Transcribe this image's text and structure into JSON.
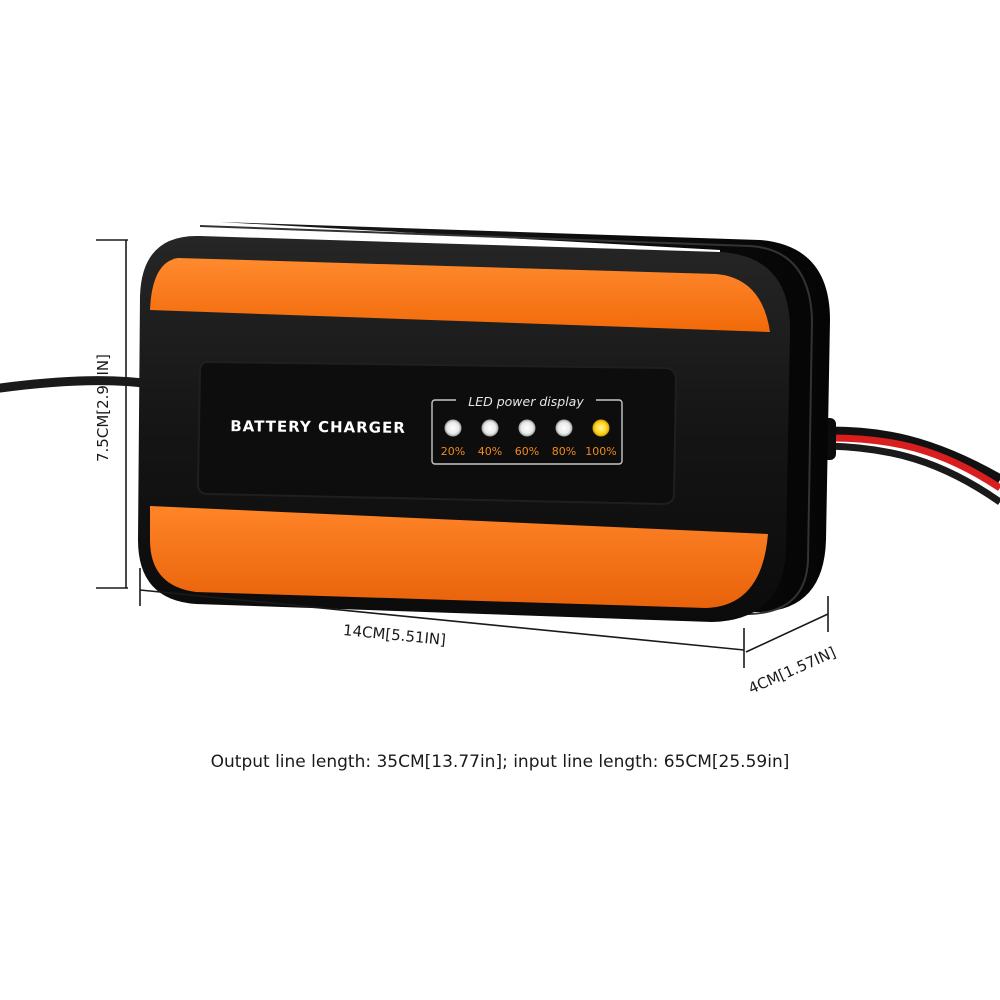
{
  "product": {
    "label": "BATTERY CHARGER",
    "led_panel_title": "LED power display",
    "led_levels": [
      "20%",
      "40%",
      "60%",
      "80%",
      "100%"
    ],
    "active_led_index": 4
  },
  "dimensions": {
    "height": "7.5CM[2.95IN]",
    "width": "14CM[5.51IN]",
    "depth": "4CM[1.57IN]"
  },
  "caption": "Output line length: 35CM[13.77in]; input line length: 65CM[25.59in]",
  "colors": {
    "body": "#121212",
    "stripe": "#ff7a1a",
    "led_white": "#f2f2f2",
    "led_active": "#ffd21e",
    "led_label": "#f08a1c",
    "output_cable_red": "#d81e1e"
  }
}
